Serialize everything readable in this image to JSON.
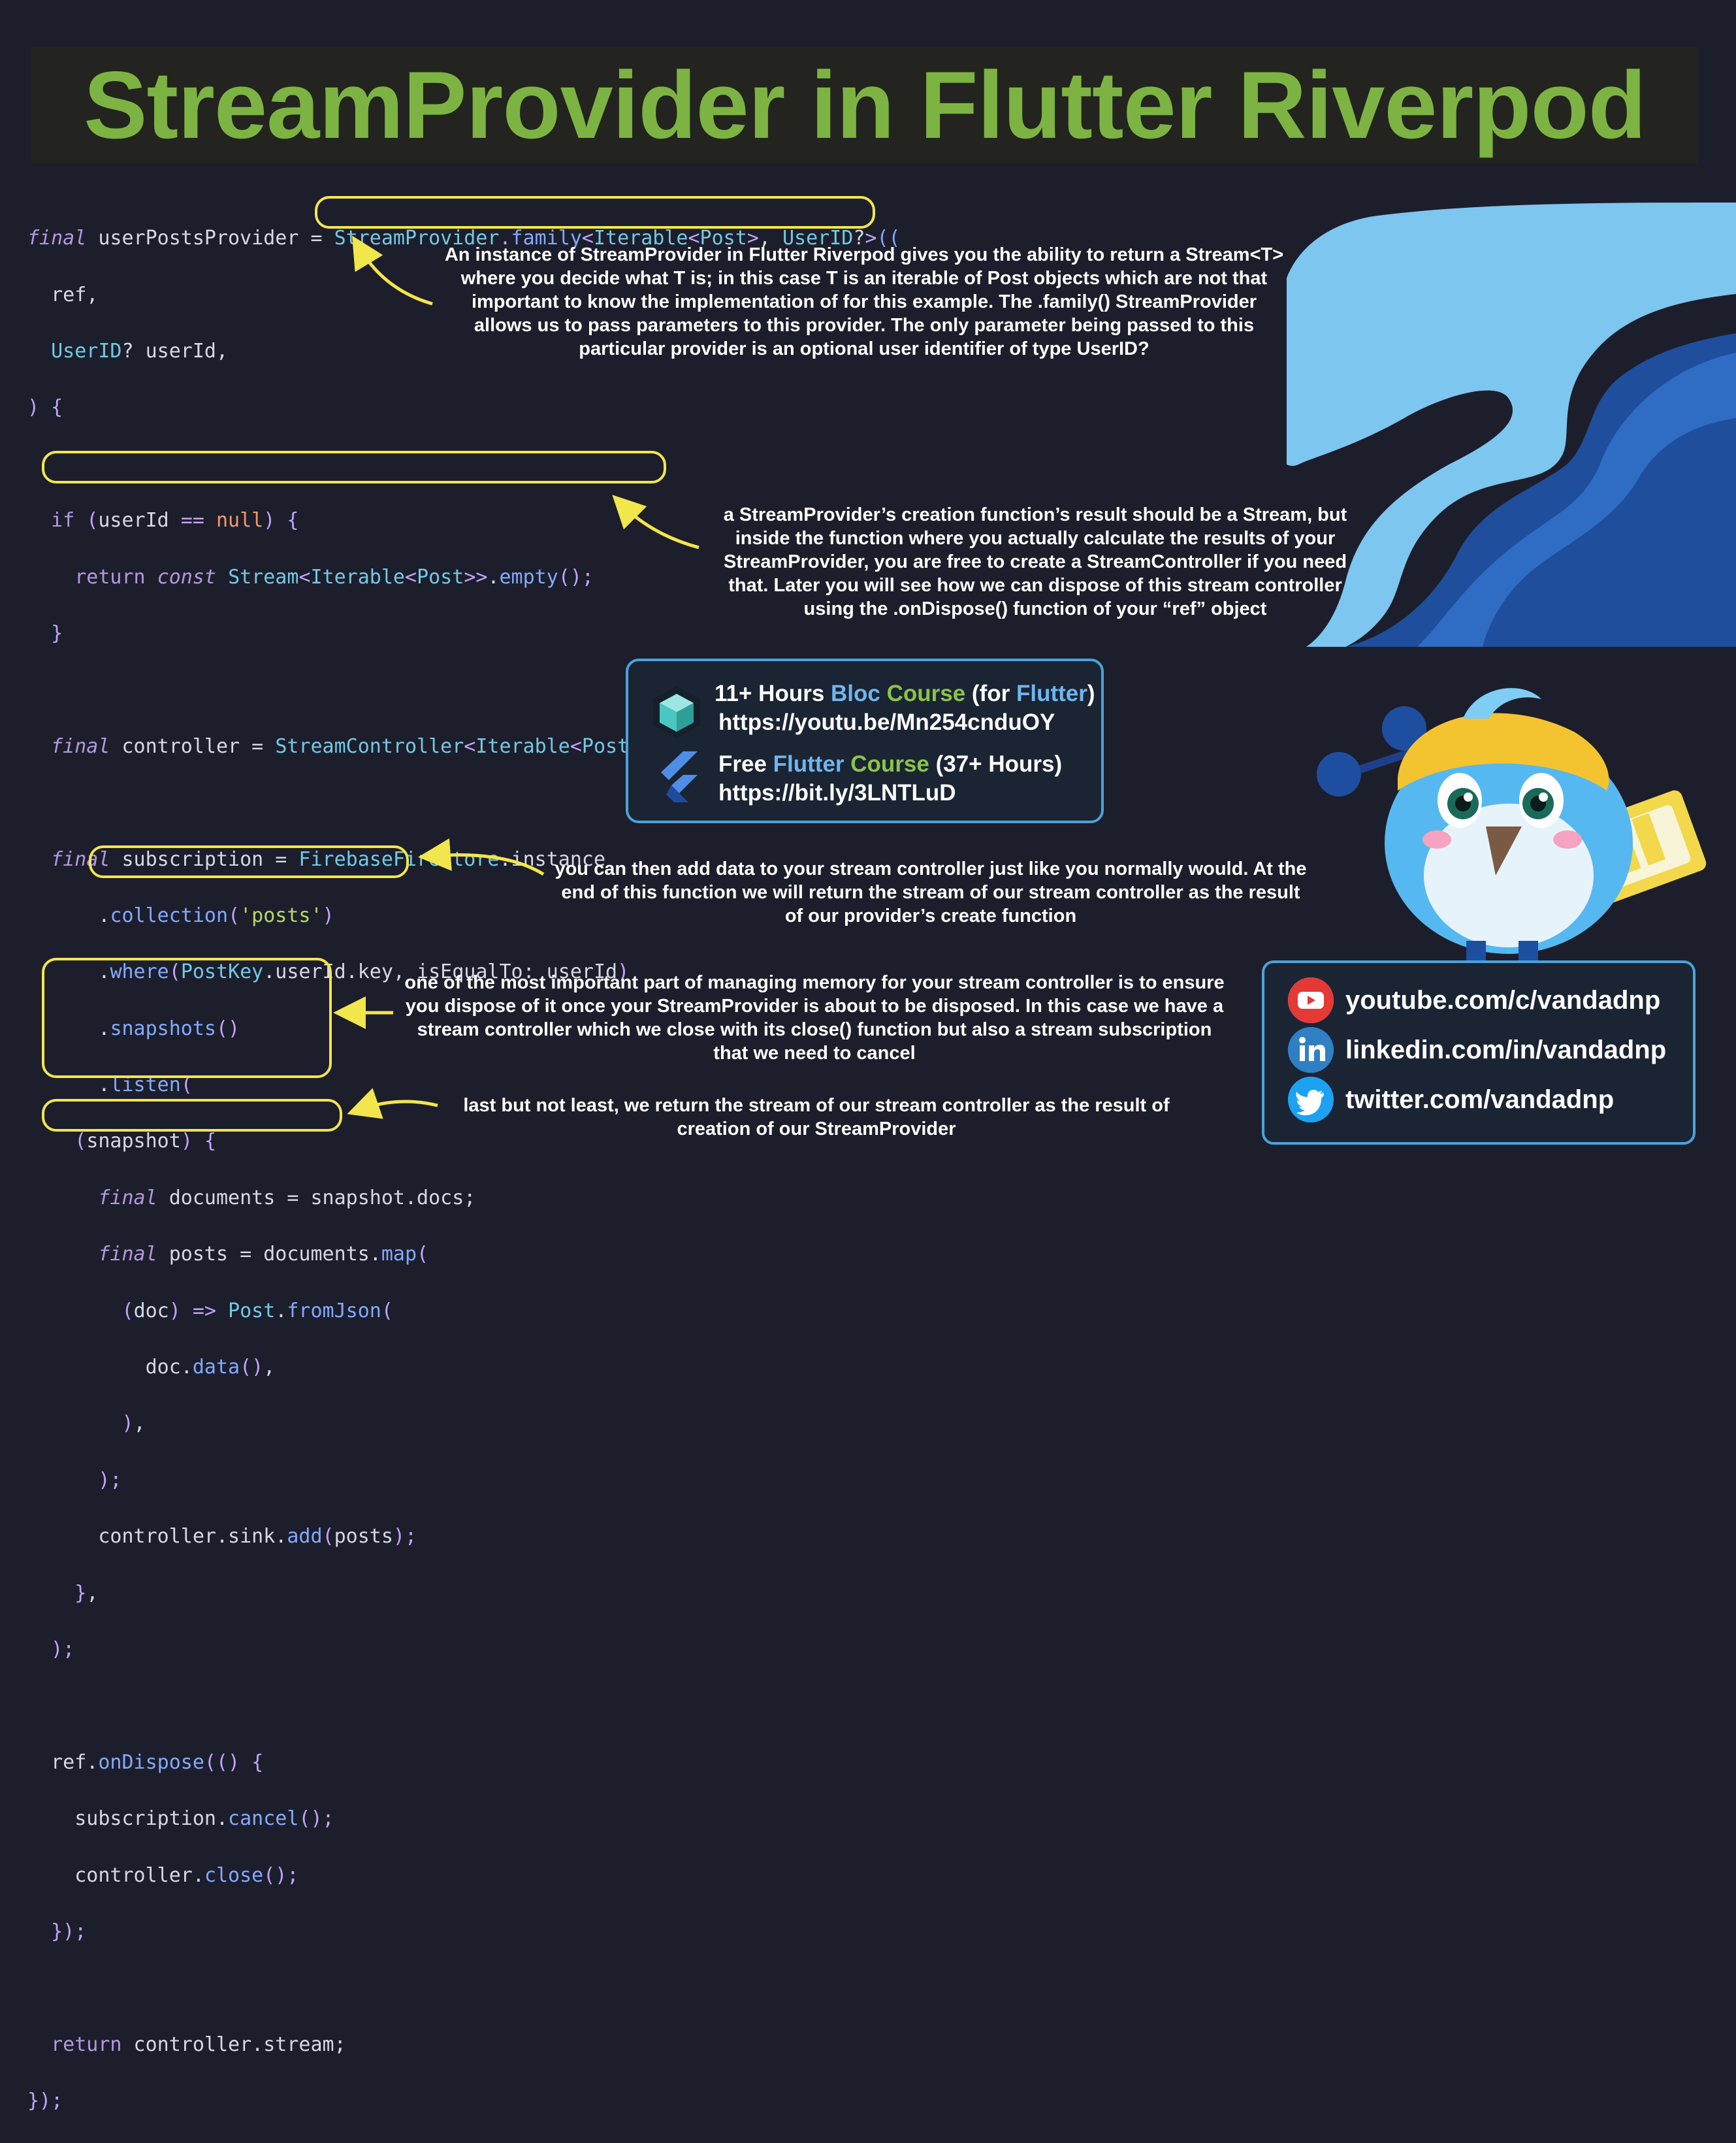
{
  "title": "StreamProvider in Flutter Riverpod",
  "code_lines": [
    "final userPostsProvider = StreamProvider.family<Iterable<Post>, UserID?>((",
    "  ref,",
    "  UserID? userId,",
    ") {",
    "",
    "  if (userId == null) {",
    "    return const Stream<Iterable<Post>>.empty();",
    "  }",
    "",
    "  final controller = StreamController<Iterable<Post>>();",
    "",
    "  final subscription = FirebaseFirestore.instance",
    "      .collection('posts')",
    "      .where(PostKey.userId.key, isEqualTo: userId)",
    "      .snapshots()",
    "      .listen(",
    "    (snapshot) {",
    "      final documents = snapshot.docs;",
    "      final posts = documents.map(",
    "        (doc) => Post.fromJson(",
    "          doc.data(),",
    "        ),",
    "      );",
    "      controller.sink.add(posts);",
    "    },",
    "  );",
    "",
    "  ref.onDispose(() {",
    "    subscription.cancel();",
    "    controller.close();",
    "  });",
    "",
    "  return controller.stream;",
    "});"
  ],
  "annotations": {
    "a1": "An instance of StreamProvider in Flutter Riverpod gives you the ability to return a Stream<T> where you decide what T is; in this case T is an iterable of Post objects which are not that important to know the implementation of for this example. The .family() StreamProvider allows us to pass parameters to this provider. The only parameter being passed to this particular provider is an optional user identifier of type UserID?",
    "a2": "a StreamProvider’s creation function’s result should be a Stream, but inside the function where you actually calculate the results of your StreamProvider, you are free to create a StreamController if you need that. Later you will see how we can dispose of this stream controller using the .onDispose() function of your “ref” object",
    "a3": "you can then add data to your stream controller just like you normally would. At the end of this function we will return the stream of our stream controller as the result of our provider’s create function",
    "a4": "one of the most important part of managing memory for your stream controller is to ensure you dispose of it once your StreamProvider is about to be disposed. In this case we have a stream controller which we close with its close() function but also a stream subscription that we need to cancel",
    "a5": "last but not least, we return the stream of our stream controller as the result of creation of our StreamProvider"
  },
  "course_box": {
    "bloc_prefix": "11+ Hours ",
    "bloc_word": "Bloc",
    "course_word": "Course",
    "for_open": " (for ",
    "flutter_word": "Flutter",
    "close_paren": ")",
    "bloc_url": "https://youtu.be/Mn254cnduOY",
    "free_prefix": "Free ",
    "free_flutter": "Flutter",
    "free_course": "Course",
    "free_suffix": " (37+ Hours)",
    "flutter_url": "https://bit.ly/3LNTLuD"
  },
  "social": {
    "youtube": "youtube.com/c/vandadnp",
    "linkedin": "linkedin.com/in/vandadnp",
    "twitter": "twitter.com/vandadnp"
  },
  "colors": {
    "background": "#1d1e2b",
    "title_green": "#7cb342",
    "highlight_yellow": "#f2e64d",
    "box_border": "#4aa3dc"
  }
}
